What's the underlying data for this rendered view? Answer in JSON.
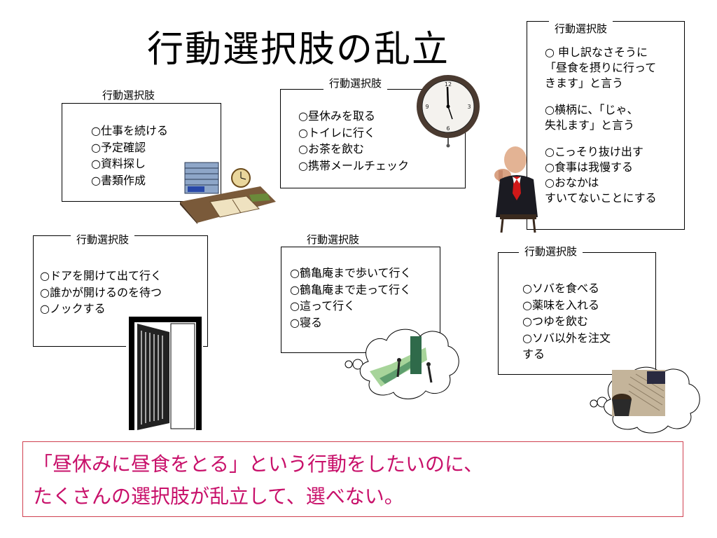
{
  "slide": {
    "title": "行動選択肢の乱立",
    "footer_line1": "「昼休みに昼食をとる」という行動をしたいのに、",
    "footer_line2": "たくさんの選択肢が乱立して、選べない。"
  },
  "boxes": {
    "work": {
      "label": "行動選択肢",
      "items": [
        "○仕事を続ける",
        "○予定確認",
        "○資料探し",
        "○書類作成"
      ]
    },
    "break": {
      "label": "行動選択肢",
      "items": [
        "○昼休みを取る",
        "○トイレに行く",
        "○お茶を飲む",
        "○携帯メールチェック"
      ]
    },
    "excuse": {
      "label": "行動選択肢",
      "items": [
        "○ 申し訳なさそうに",
        "「昼食を摂りに行って",
        "きます」と言う",
        "",
        "○横柄に、「じゃ、",
        "失礼ます」と言う",
        "",
        "○こっそり抜け出す",
        "○食事は我慢する",
        "○おなかは",
        "すいてないことにする"
      ]
    },
    "door": {
      "label": "行動選択肢",
      "items": [
        "○ドアを開けて出て行く",
        "○誰かが開けるのを待つ",
        "○ノックする"
      ]
    },
    "travel": {
      "label": "行動選択肢",
      "items": [
        "○鶴亀庵まで歩いて行く",
        "○鶴亀庵まで走って行く",
        "○這って行く",
        "○寝る"
      ]
    },
    "soba": {
      "label": "行動選択肢",
      "items": [
        "○ソバを食べる",
        "○薬味を入れる",
        "○つゆを飲む",
        "○ソバ以外を注文",
        "する"
      ]
    }
  },
  "illustrations": {
    "desk": "desk-clutter-clipart",
    "clock": "wall-clock-clipart",
    "businessman": "businessman-pointing-clipart",
    "door": "open-door-clipart",
    "walking": "people-walking-clipart",
    "soba": "zaru-soba-photo"
  },
  "colors": {
    "accent": "#c8106a",
    "banner_border": "#d04050"
  }
}
